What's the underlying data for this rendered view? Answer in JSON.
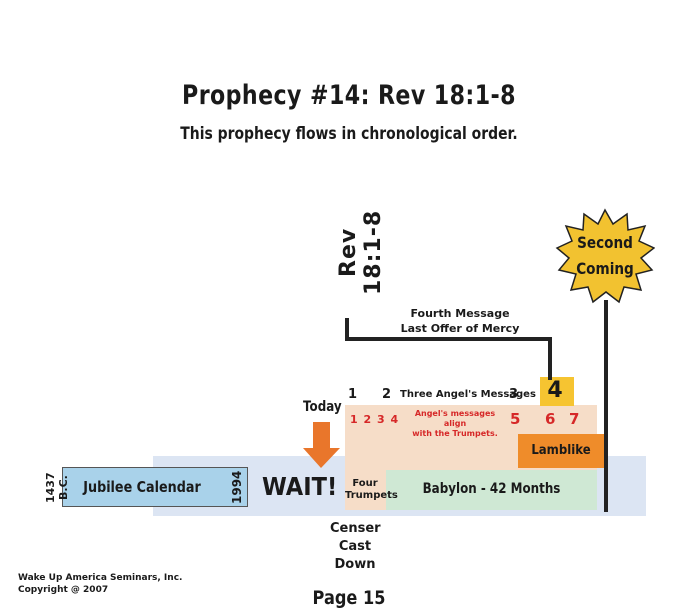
{
  "title": "Prophecy #14:  Rev 18:1-8",
  "subtitle": "This prophecy flows in chronological order.",
  "rev_marker": "Rev 18:1-8",
  "fourth_message": {
    "line1": "Fourth Message",
    "line2": "Last Offer of Mercy"
  },
  "second_coming": {
    "line1": "Second",
    "line2": "Coming"
  },
  "box4": "4",
  "messages": {
    "n1": "1",
    "n2": "2",
    "n3": "3",
    "label": "Three Angel's Messages"
  },
  "today": "Today",
  "trumpets": {
    "numbers": "1 2 3 4",
    "note_line1": "Angel's messages align",
    "note_line2": "with the Trumpets.",
    "n5": "5",
    "n6": "6",
    "n7": "7"
  },
  "lamblike": "Lamblike",
  "timeline": {
    "start_year": "1437 B.C.",
    "jubilee": "Jubilee Calendar",
    "end_year": "1994",
    "wait": "WAIT!",
    "four_trumpets_line1": "Four",
    "four_trumpets_line2": "Trumpets",
    "babylon": "Babylon - 42 Months"
  },
  "censer": {
    "line1": "Censer",
    "line2": "Cast",
    "line3": "Down"
  },
  "footer": {
    "line1": "Wake Up America Seminars, Inc.",
    "line2": "Copyright @ 2007"
  },
  "page": "Page 15",
  "colors": {
    "band": "#dce5f3",
    "jubilee": "#a9d2ea",
    "peach": "#f6ddc8",
    "babylon": "#cfe8d4",
    "lamblike": "#ef8c2a",
    "box4": "#f6c431",
    "starburst": "#f2c230",
    "arrow": "#e9762b",
    "red_text": "#d62828"
  }
}
